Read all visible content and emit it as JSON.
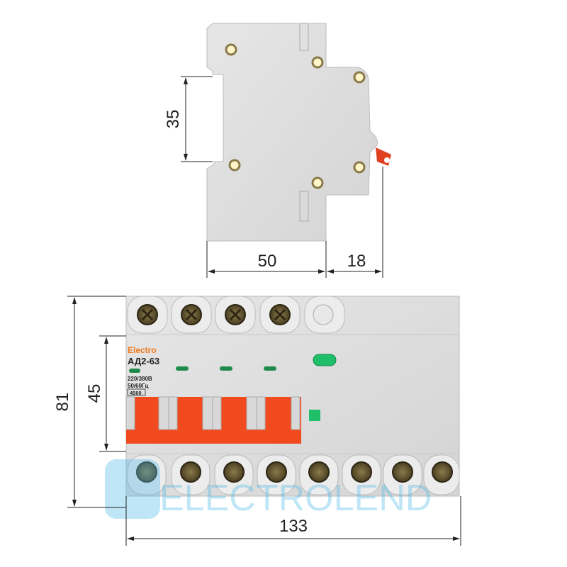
{
  "dimensions": {
    "side_din_height": "35",
    "side_depth": "50",
    "side_lever": "18",
    "front_height": "81",
    "front_face_height": "45",
    "front_width": "133"
  },
  "label": {
    "brand": "Electro",
    "model": "АД2-63",
    "voltage": "220/380В",
    "frequency": "50/60Гц",
    "breaking_capacity": "4500"
  },
  "watermark": "ELECTROLEND",
  "colors": {
    "body": "#dcdcdc",
    "handle": "#f04a1e",
    "indicator": "#1f8a4c",
    "test_button": "#1fbf6a",
    "brand": "#f07a1e"
  }
}
